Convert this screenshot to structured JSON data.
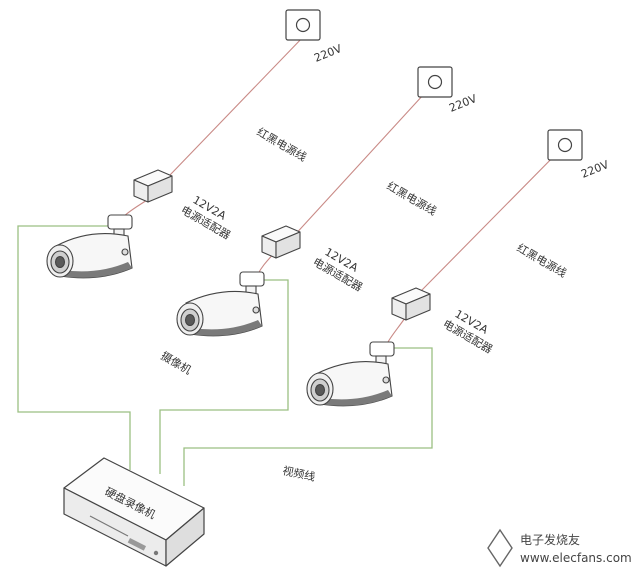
{
  "outlets": [
    {
      "voltage": "220V"
    },
    {
      "voltage": "220V"
    },
    {
      "voltage": "220V"
    }
  ],
  "power_cable_label": "红黑电源线",
  "adapter": {
    "rating": "12V2A",
    "name": "电源适配器"
  },
  "camera_label": "摄像机",
  "video_cable_label": "视频线",
  "recorder_label": "硬盘录像机",
  "watermark": {
    "brand": "电子发烧友",
    "url": "www.elecfans.com"
  },
  "colors": {
    "power_cable": "#c98a86",
    "video_cable": "#9bbf82",
    "device_stroke": "#444444"
  }
}
